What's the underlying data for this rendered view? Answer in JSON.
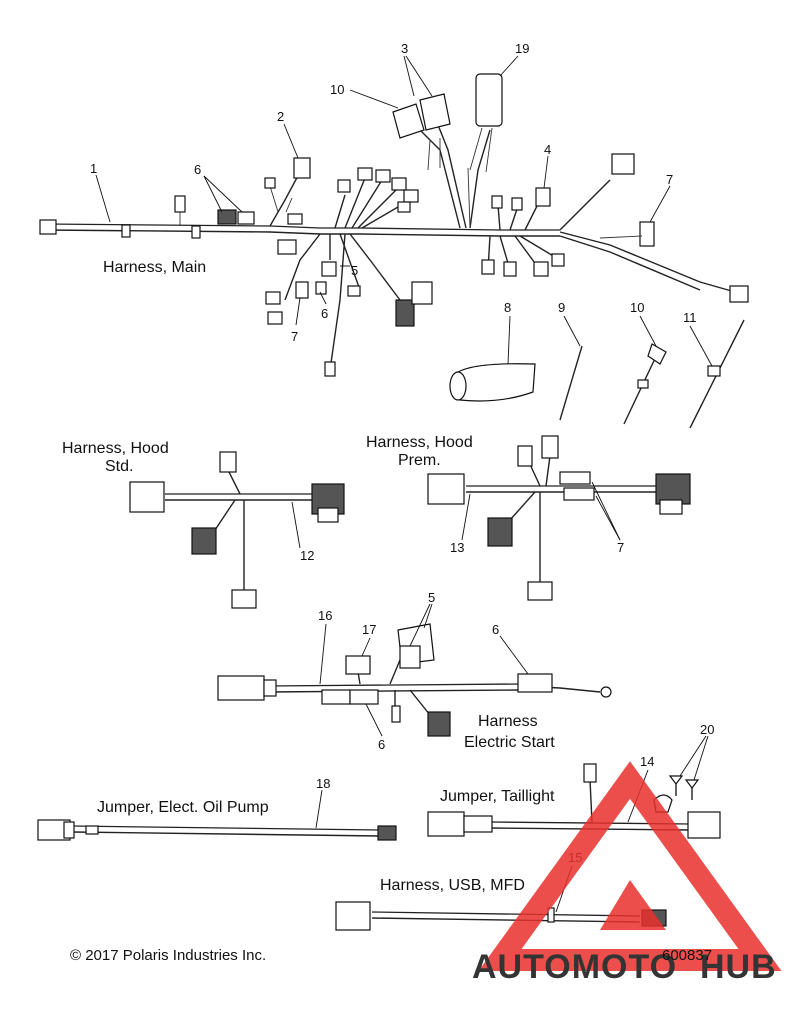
{
  "callouts": {
    "c1": "1",
    "c2": "2",
    "c3": "3",
    "c4": "4",
    "c5a": "5",
    "c5b": "5",
    "c6a": "6",
    "c6b": "6",
    "c6c": "6",
    "c6d": "6",
    "c7a": "7",
    "c7b": "7",
    "c7c": "7",
    "c8": "8",
    "c9": "9",
    "c10a": "10",
    "c10b": "10",
    "c11": "11",
    "c12": "12",
    "c13": "13",
    "c14": "14",
    "c15": "15",
    "c16": "16",
    "c17": "17",
    "c18": "18",
    "c19": "19",
    "c20": "20"
  },
  "labels": {
    "harness_main": "Harness, Main",
    "hood_std_1": "Harness, Hood",
    "hood_std_2": "Std.",
    "hood_prem_1": "Harness, Hood",
    "hood_prem_2": "Prem.",
    "electric_start_1": "Harness",
    "electric_start_2": "Electric Start",
    "oil_pump": "Jumper, Elect. Oil Pump",
    "taillight": "Jumper, Taillight",
    "usb_mfd": "Harness, USB, MFD"
  },
  "footer": {
    "copyright": "© 2017 Polaris Industries Inc.",
    "part_number": "600837"
  },
  "watermark": {
    "text_a": "AUTOMOTO",
    "text_b": "HUB",
    "color_red": "#e8302c",
    "color_orange": "#f5a623",
    "color_gray": "#555555"
  }
}
